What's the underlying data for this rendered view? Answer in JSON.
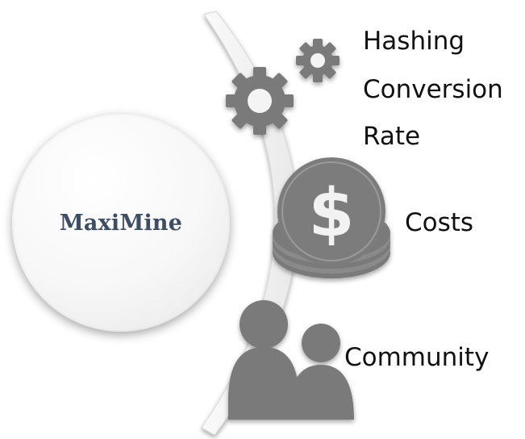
{
  "center": {
    "title": "MaxiMine"
  },
  "items": [
    {
      "icon": "gears-icon",
      "lines": [
        "Hashing",
        "Conversion",
        "Rate"
      ]
    },
    {
      "icon": "coin-stack-icon",
      "lines": [
        "Costs"
      ]
    },
    {
      "icon": "people-icon",
      "lines": [
        "Community"
      ]
    }
  ],
  "colors": {
    "icon_gray": "#7a7a7a",
    "title_color": "#3f4d63",
    "arc_fill": "#f4f4f4"
  }
}
